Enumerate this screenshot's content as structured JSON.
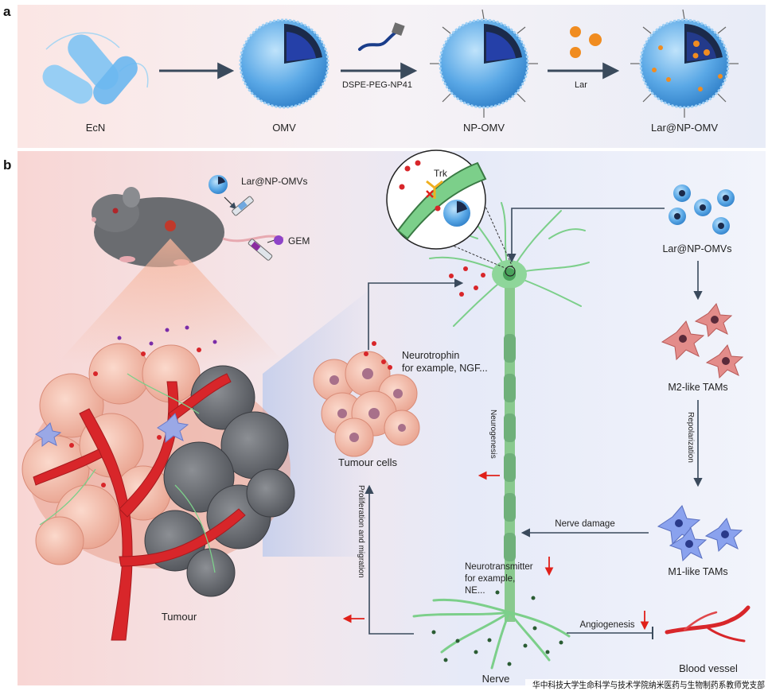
{
  "panel_a": {
    "letter": "a",
    "stages": [
      "EcN",
      "OMV",
      "NP-OMV",
      "Lar@NP-OMV"
    ],
    "arrow_labels": [
      "DSPE-PEG-NP41",
      "Lar"
    ]
  },
  "panel_b": {
    "letter": "b",
    "mouse": {
      "injection_label": "Lar@NP-OMVs",
      "drug_label": "GEM"
    },
    "tumour_label": "Tumour",
    "tumour_cells_label": "Tumour cells",
    "neurotrophin": {
      "line1": "Neurotrophin",
      "line2": "for example, NGF..."
    },
    "receptor_label": "Trk",
    "neurogenesis_label": "Neurogenesis",
    "proliferation_label": "Proliferation and migration",
    "nerve_label": "Nerve",
    "right_column": {
      "omv_label": "Lar@NP-OMVs",
      "m2_label": "M2-like TAMs",
      "repolarization_label": "Repolarization",
      "m1_label": "M1-like TAMs"
    },
    "nerve_damage_label": "Nerve damage",
    "neurotransmitter": {
      "line1": "Neurotransmitter",
      "line2": "for example,",
      "line3": "NE..."
    },
    "angiogenesis_label": "Angiogenesis",
    "blood_vessel_label": "Blood vessel"
  },
  "watermark": "华中科技大学生命科学与技术学院纳米医药与生物制药系教师党支部",
  "colors": {
    "arrow": "#3a4a5c",
    "decrease_arrow": "#e0201a",
    "omv_blue": "#5aa8e6",
    "neuron_green": "#7ccf8a",
    "vessel_red": "#d8262a",
    "tumour_pink": "#efb9a6"
  }
}
